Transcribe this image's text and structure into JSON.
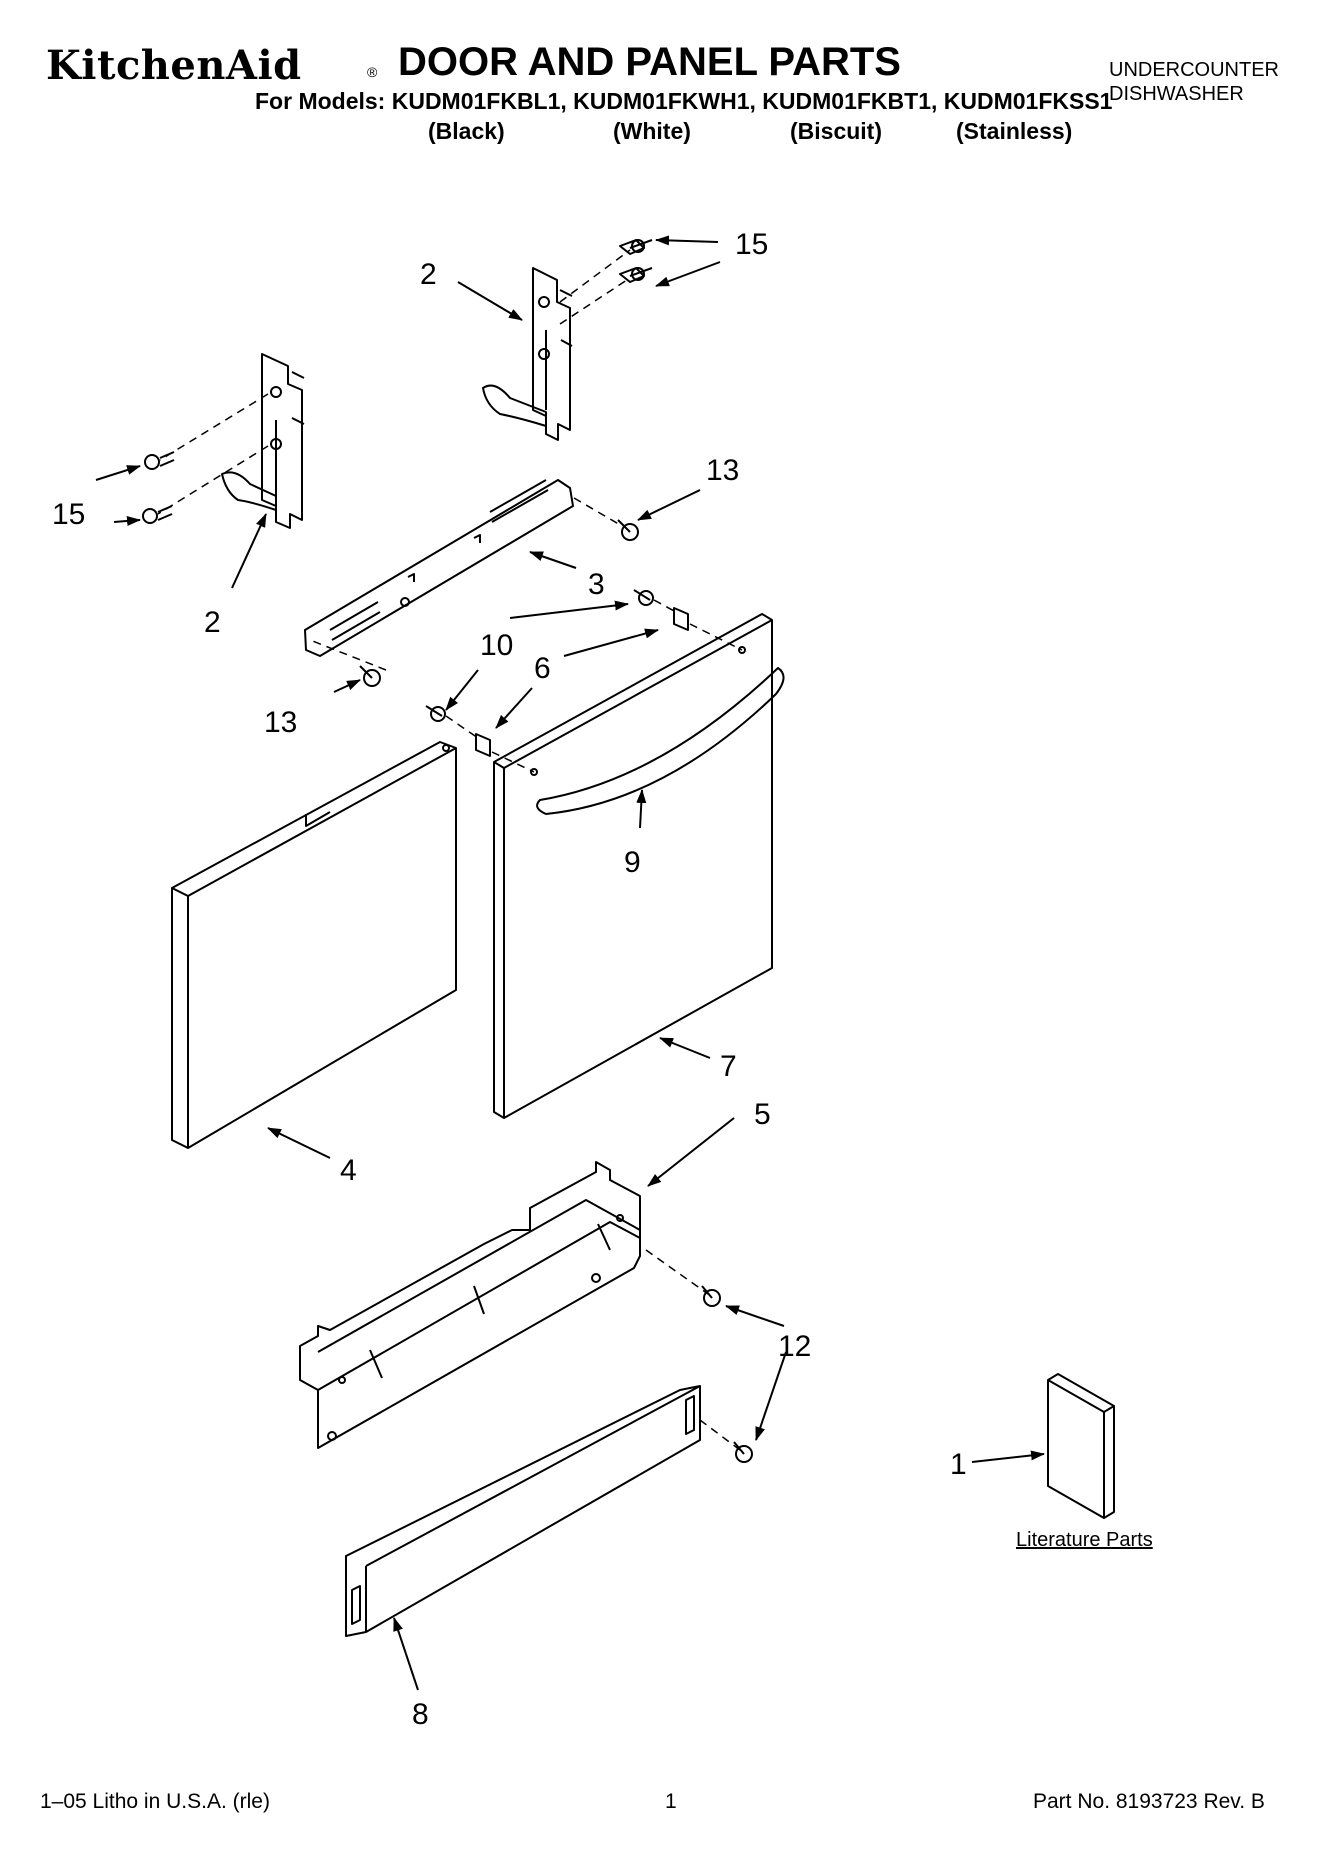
{
  "header": {
    "brand": "KitchenAid",
    "brand_mark": "®",
    "title": "DOOR AND PANEL PARTS",
    "category_line1": "UNDERCOUNTER",
    "category_line2": "DISHWASHER",
    "models": "For Models: KUDM01FKBL1, KUDM01FKWH1, KUDM01FKBT1, KUDM01FKSS1",
    "colors": [
      "(Black)",
      "(White)",
      "(Biscuit)",
      "(Stainless)"
    ]
  },
  "callouts": {
    "c1": "1",
    "c2a": "2",
    "c2b": "2",
    "c3": "3",
    "c4": "4",
    "c5": "5",
    "c6": "6",
    "c7": "7",
    "c8": "8",
    "c9": "9",
    "c10": "10",
    "c12": "12",
    "c13a": "13",
    "c13b": "13",
    "c15a": "15",
    "c15b": "15"
  },
  "literature_label": "Literature Parts",
  "footer": {
    "left": "1–05 Litho in U.S.A. (rle)",
    "center": "1",
    "right": "Part No. 8193723 Rev. B"
  }
}
